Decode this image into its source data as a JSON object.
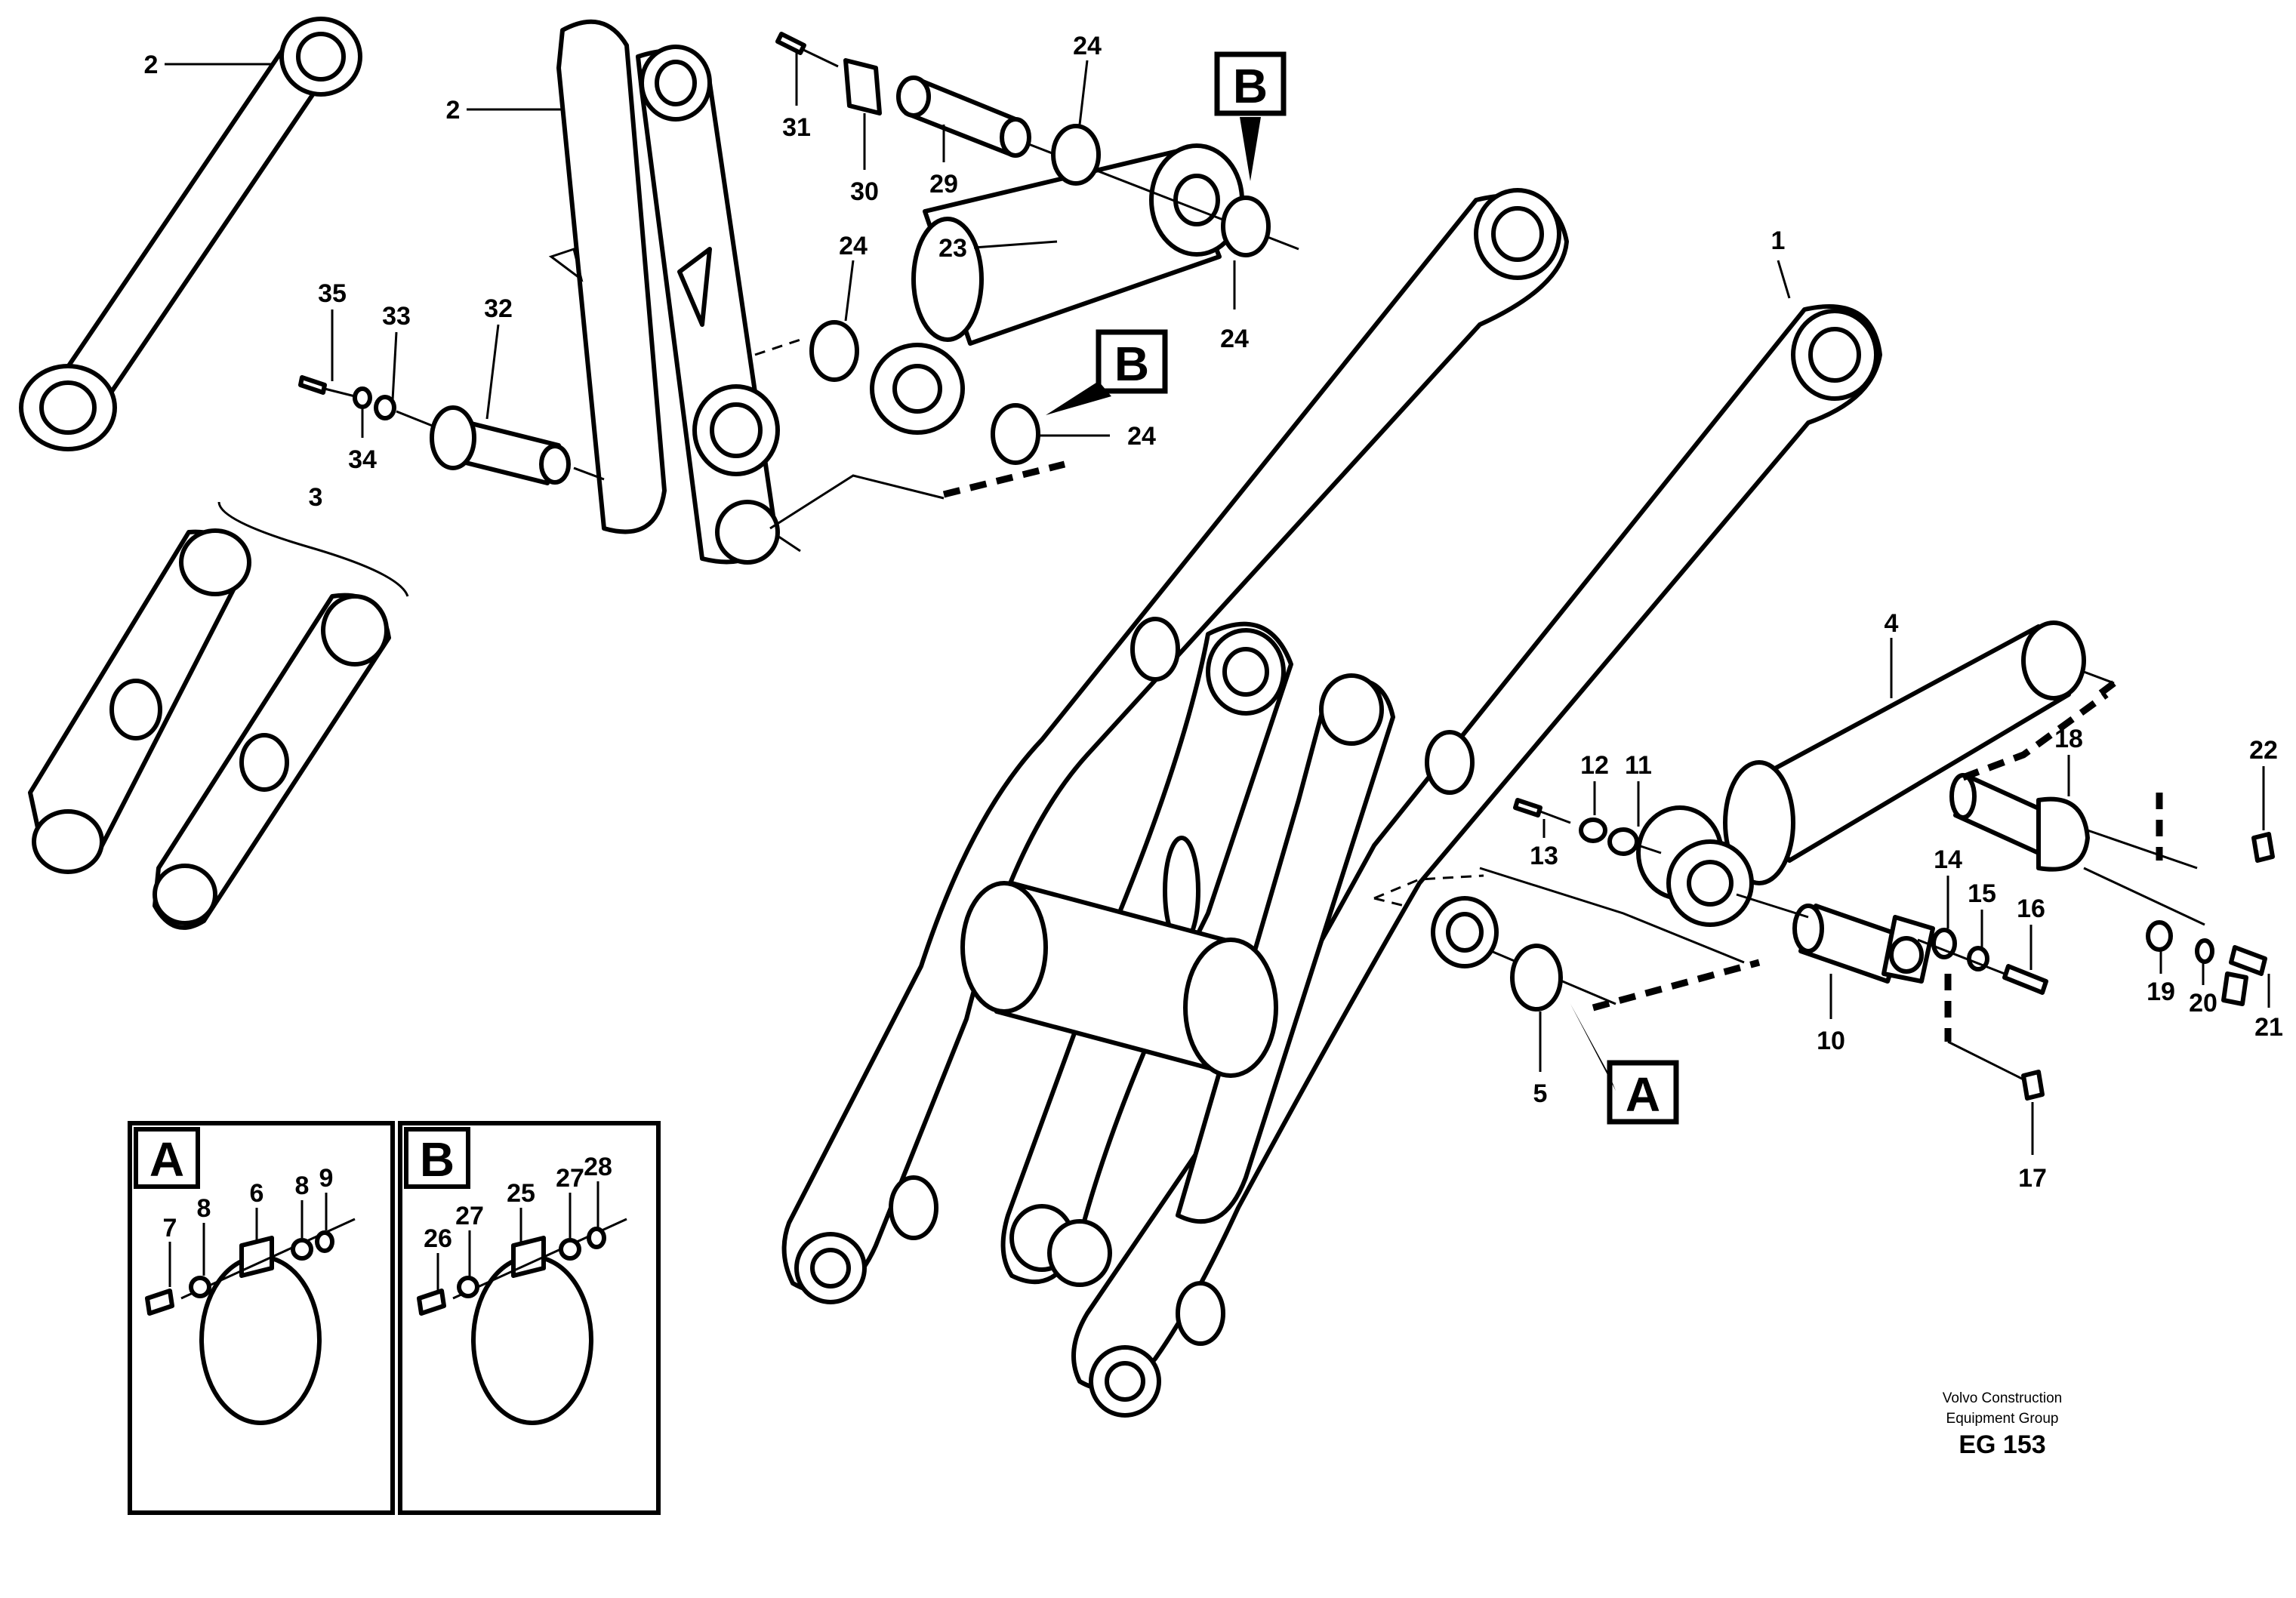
{
  "callouts": {
    "c1": "1",
    "c2a": "2",
    "c2b": "2",
    "c3": "3",
    "c4": "4",
    "c5": "5",
    "c6": "6",
    "c7": "7",
    "c8a": "8",
    "c8b": "8",
    "c9": "9",
    "c10": "10",
    "c11": "11",
    "c12": "12",
    "c13": "13",
    "c14": "14",
    "c15": "15",
    "c16": "16",
    "c17": "17",
    "c18": "18",
    "c19": "19",
    "c20": "20",
    "c21": "21",
    "c22": "22",
    "c23": "23",
    "c24a": "24",
    "c24b": "24",
    "c24c": "24",
    "c24d": "24",
    "c25": "25",
    "c26": "26",
    "c27a": "27",
    "c27b": "27",
    "c28": "28",
    "c29": "29",
    "c30": "30",
    "c31": "31",
    "c32": "32",
    "c33": "33",
    "c34": "34",
    "c35": "35"
  },
  "reference_labels": {
    "a_main": "A",
    "b_top": "B",
    "b_mid": "B",
    "inset_a": "A",
    "inset_b": "B"
  },
  "footer": {
    "company_line1": "Volvo Construction",
    "company_line2": "Equipment Group",
    "code": "EG 153"
  }
}
